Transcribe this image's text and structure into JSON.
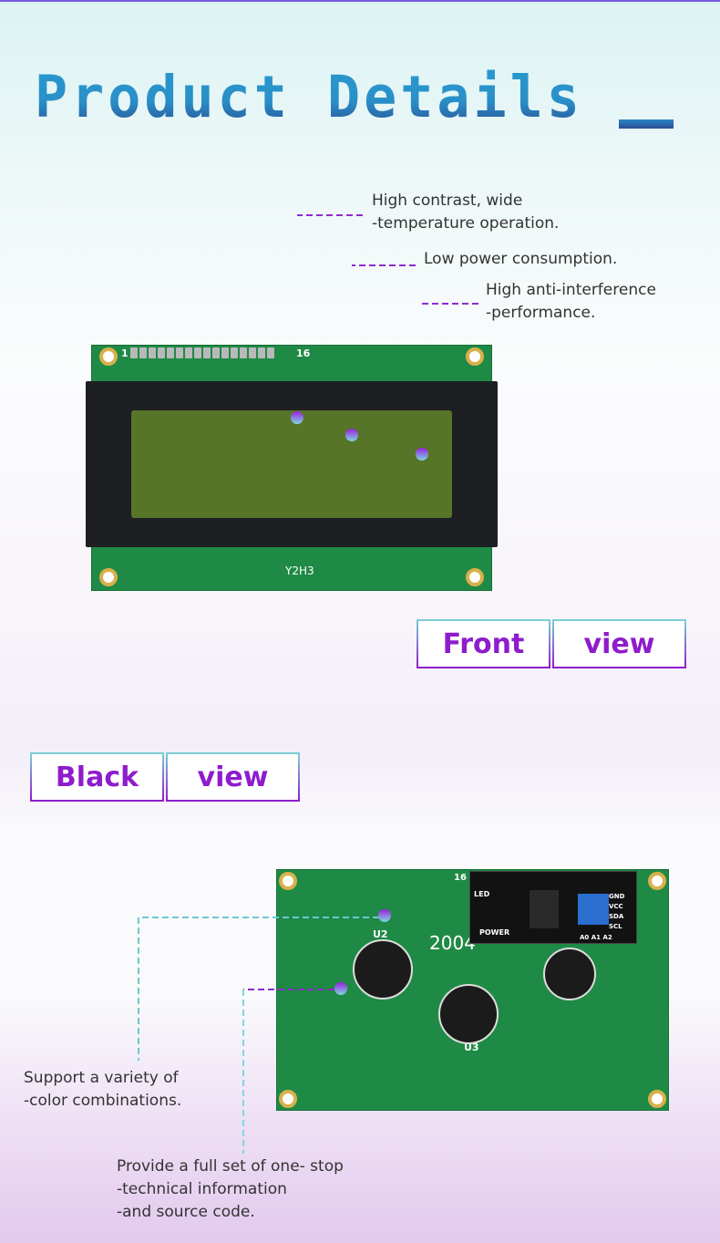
{
  "header": {
    "title": "Product Details"
  },
  "front": {
    "callouts": [
      {
        "line1": "High contrast, wide",
        "line2": "-temperature operation."
      },
      {
        "line1": "Low power consumption."
      },
      {
        "line1": "High anti-interference",
        "line2": "-performance."
      }
    ],
    "board": {
      "pin_first": "1",
      "pin_last": "16",
      "silk": "Y2H3"
    },
    "label": {
      "word1": "Front",
      "word2": "view"
    }
  },
  "back": {
    "label": {
      "word1": "Black",
      "word2": "view"
    },
    "board": {
      "model": "2004",
      "u2": "U2",
      "u3": "U3",
      "module_labels": [
        "LED",
        "POWER",
        "GND",
        "VCC",
        "SDA",
        "SCL",
        "A0 A1 A2"
      ],
      "pin_first": "16"
    },
    "callouts": [
      {
        "line1": "Support a variety of",
        "line2": "-color combinations."
      },
      {
        "line1": "Provide a full set of one- stop",
        "line2": "-technical information",
        "line3": "-and source code."
      }
    ]
  },
  "colors": {
    "accent": "#8e1ccc",
    "cyan": "#7ccfd6",
    "title": "#2a8fc8"
  }
}
